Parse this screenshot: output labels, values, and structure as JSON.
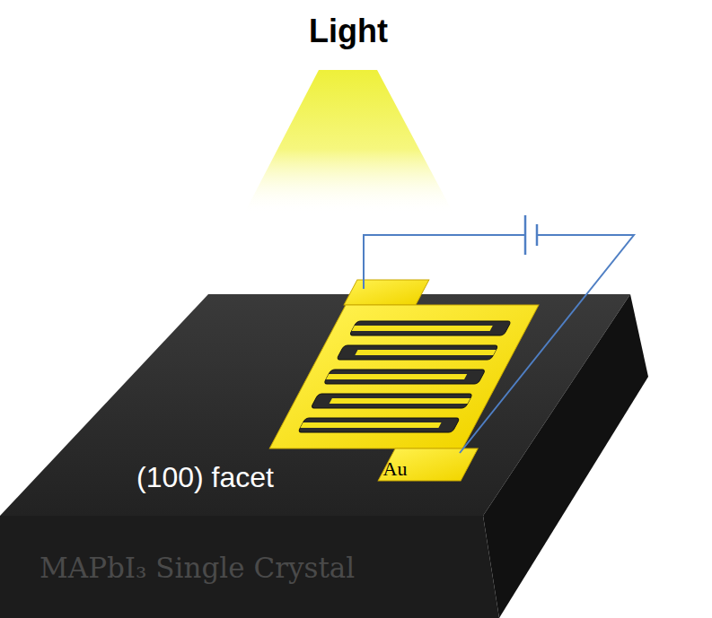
{
  "diagram": {
    "nodes": [
      {
        "text": [
          "(100) facet",
          "MAPbI₃ Single Crystal"
        ]
      },
      {
        "text": [
          "Au"
        ],
        "in": 0
      }
    ],
    "labels": [
      "Light"
    ]
  }
}
